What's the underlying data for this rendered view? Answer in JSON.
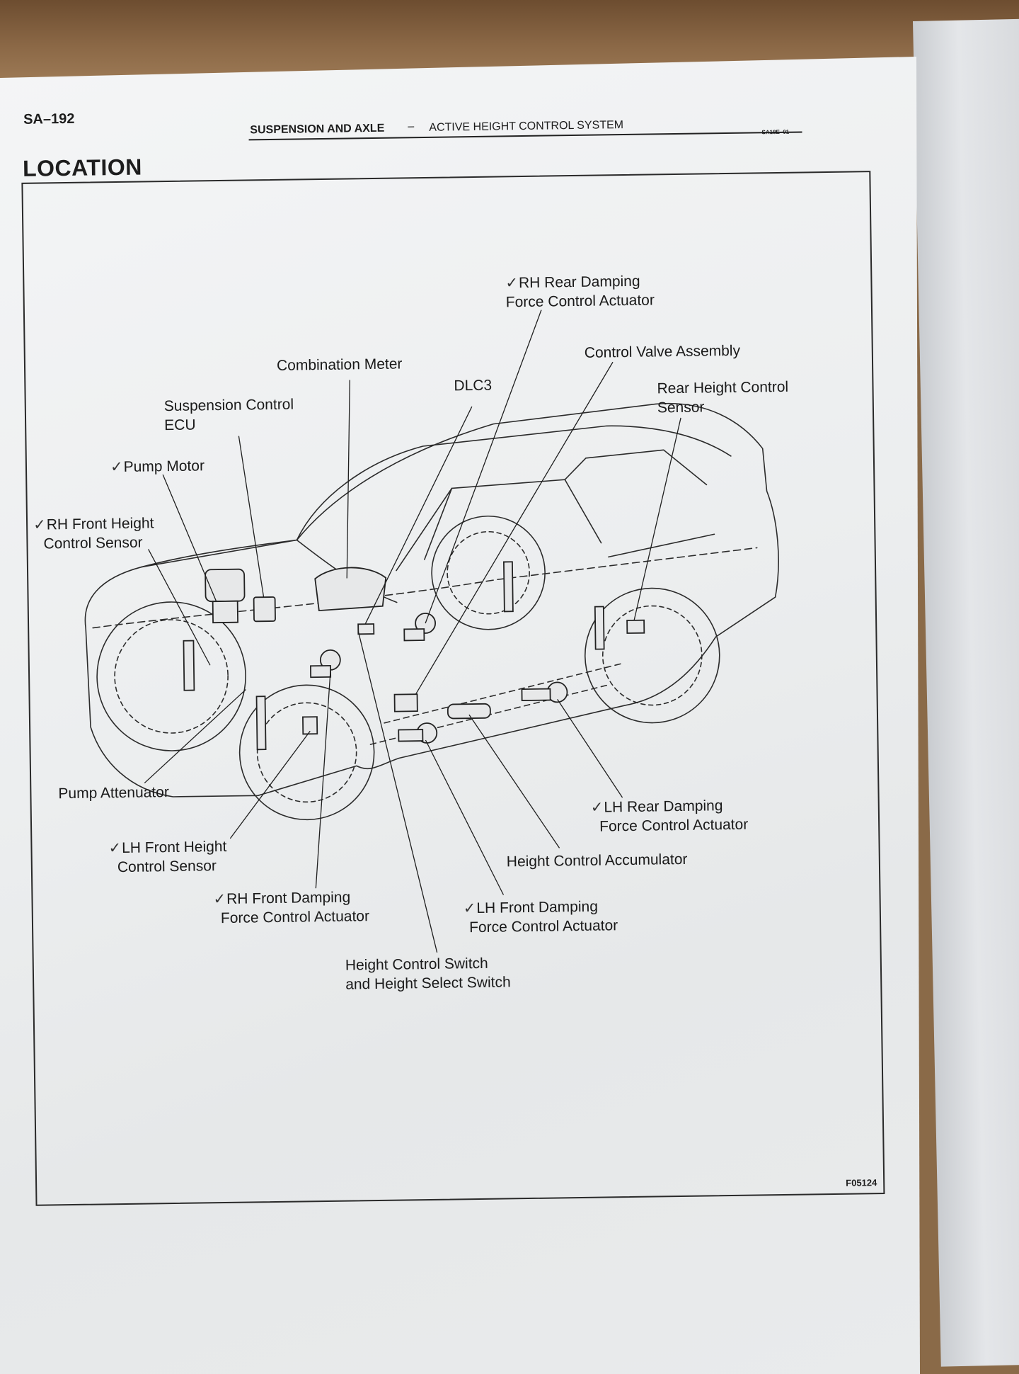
{
  "header": {
    "page_number": "SA–192",
    "section": "SUSPENSION AND AXLE",
    "separator": "–",
    "system": "ACTIVE HEIGHT CONTROL SYSTEM",
    "ref_code": "SA18E–01"
  },
  "title": "LOCATION",
  "figure_code": "F05124",
  "labels": {
    "rh_rear_damping": {
      "check": "✓",
      "line1": "RH Rear Damping",
      "line2": "Force Control Actuator"
    },
    "combination_meter": {
      "line1": "Combination Meter"
    },
    "control_valve": {
      "line1": "Control Valve Assembly"
    },
    "dlc3": {
      "line1": "DLC3"
    },
    "suspension_ecu": {
      "line1": "Suspension Control",
      "line2": "ECU"
    },
    "rear_height_sensor": {
      "line1": "Rear Height Control",
      "line2": "Sensor"
    },
    "pump_motor": {
      "check": "✓",
      "line1": "Pump Motor"
    },
    "rh_front_height": {
      "check": "✓",
      "line1": "RH Front Height",
      "line2": "Control Sensor"
    },
    "pump_attenuator": {
      "line1": "Pump Attenuator"
    },
    "lh_rear_damping": {
      "check": "✓",
      "line1": "LH Rear Damping",
      "line2": "Force Control Actuator"
    },
    "lh_front_height": {
      "check": "✓",
      "line1": "LH Front Height",
      "line2": "Control Sensor"
    },
    "height_accumulator": {
      "line1": "Height Control Accumulator"
    },
    "rh_front_damping": {
      "check": "✓",
      "line1": "RH Front Damping",
      "line2": "Force Control Actuator"
    },
    "lh_front_damping": {
      "check": "✓",
      "line1": "LH Front Damping",
      "line2": "Force Control Actuator"
    },
    "height_switch": {
      "line1": "Height Control Switch",
      "line2": "and Height Select Switch"
    }
  }
}
